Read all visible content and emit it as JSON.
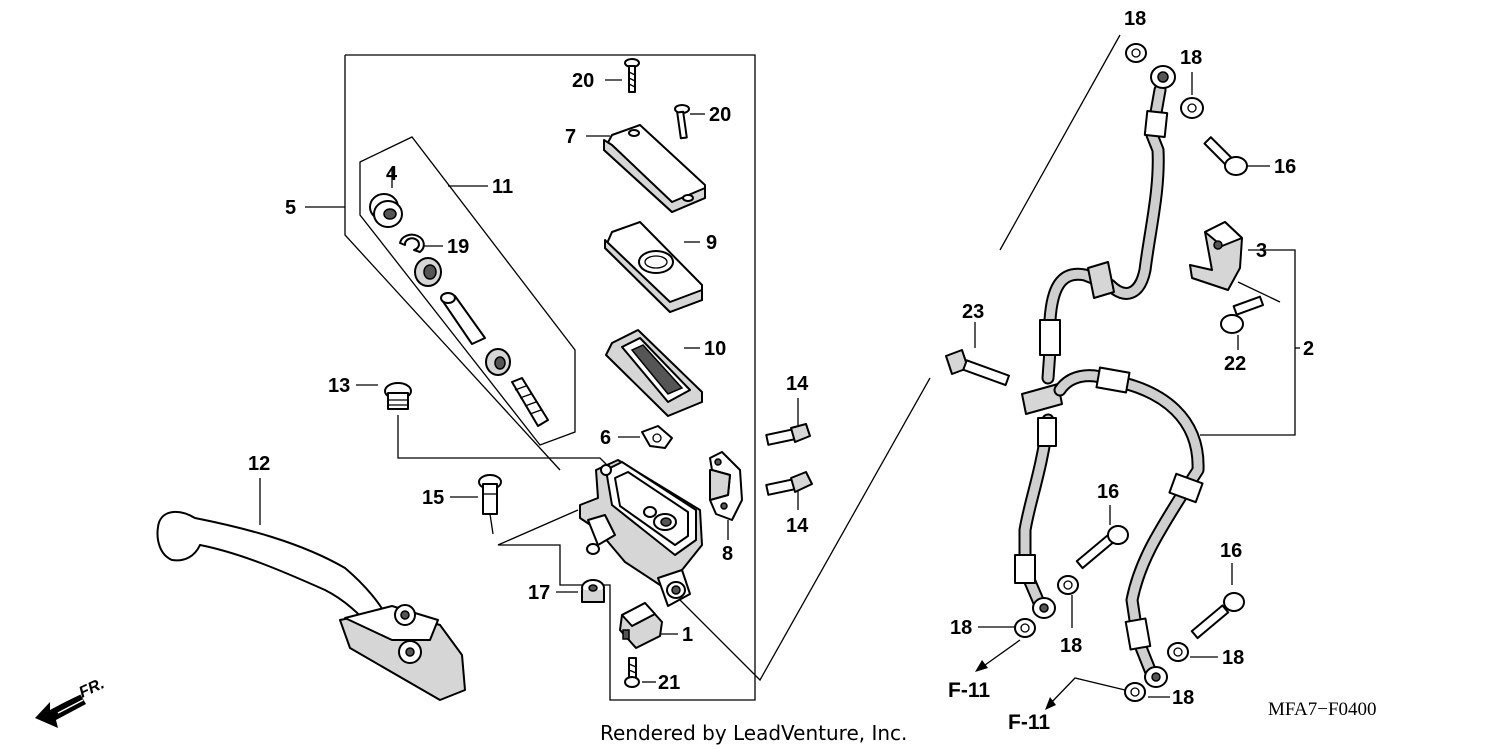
{
  "diagram_code": "MFA7−F0400",
  "credit": "Rendered by LeadVenture, Inc.",
  "direction_label": "FR.",
  "callouts": {
    "c1": "1",
    "c2": "2",
    "c3": "3",
    "c4": "4",
    "c5": "5",
    "c6": "6",
    "c7": "7",
    "c8": "8",
    "c9": "9",
    "c10": "10",
    "c11": "11",
    "c12": "12",
    "c13": "13",
    "c14a": "14",
    "c14b": "14",
    "c15": "15",
    "c16a": "16",
    "c16b": "16",
    "c16c": "16",
    "c17": "17",
    "c18a": "18",
    "c18b": "18",
    "c18c": "18",
    "c18d": "18",
    "c18e": "18",
    "c18f": "18",
    "c19": "19",
    "c20a": "20",
    "c20b": "20",
    "c21": "21",
    "c22": "22",
    "c23": "23"
  },
  "refs": {
    "f11a": "F-11",
    "f11b": "F-11"
  }
}
